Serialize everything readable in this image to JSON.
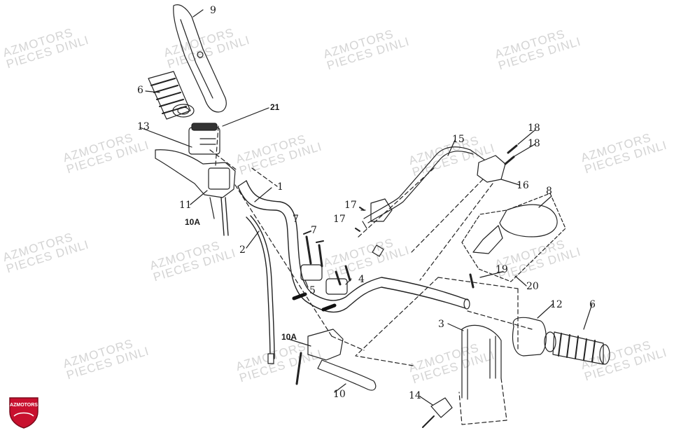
{
  "watermark": {
    "line1": "AZMOTORS",
    "line2": "PIECES DINLI",
    "color": "#d4d4d4"
  },
  "logo": {
    "text": "AZMOTORS",
    "shield_color": "#c8102e"
  },
  "callouts": [
    {
      "id": "c9",
      "label": "9"
    },
    {
      "id": "c6-left",
      "label": "6"
    },
    {
      "id": "c21",
      "label": "21"
    },
    {
      "id": "c13",
      "label": "13"
    },
    {
      "id": "c1",
      "label": "1"
    },
    {
      "id": "c11",
      "label": "11"
    },
    {
      "id": "c10A-top",
      "label": "10A"
    },
    {
      "id": "c2",
      "label": "2"
    },
    {
      "id": "c7-a",
      "label": "7"
    },
    {
      "id": "c7-b",
      "label": "7"
    },
    {
      "id": "c5",
      "label": "5"
    },
    {
      "id": "c4",
      "label": "4"
    },
    {
      "id": "c17-a",
      "label": "17"
    },
    {
      "id": "c17-b",
      "label": "17"
    },
    {
      "id": "c15",
      "label": "15"
    },
    {
      "id": "c18-a",
      "label": "18"
    },
    {
      "id": "c18-b",
      "label": "18"
    },
    {
      "id": "c16",
      "label": "16"
    },
    {
      "id": "c8",
      "label": "8"
    },
    {
      "id": "c19",
      "label": "19"
    },
    {
      "id": "c20",
      "label": "20"
    },
    {
      "id": "c12",
      "label": "12"
    },
    {
      "id": "c6-right",
      "label": "6"
    },
    {
      "id": "c3",
      "label": "3"
    },
    {
      "id": "c10A-bottom",
      "label": "10A"
    },
    {
      "id": "c10",
      "label": "10"
    },
    {
      "id": "c14",
      "label": "14"
    }
  ]
}
